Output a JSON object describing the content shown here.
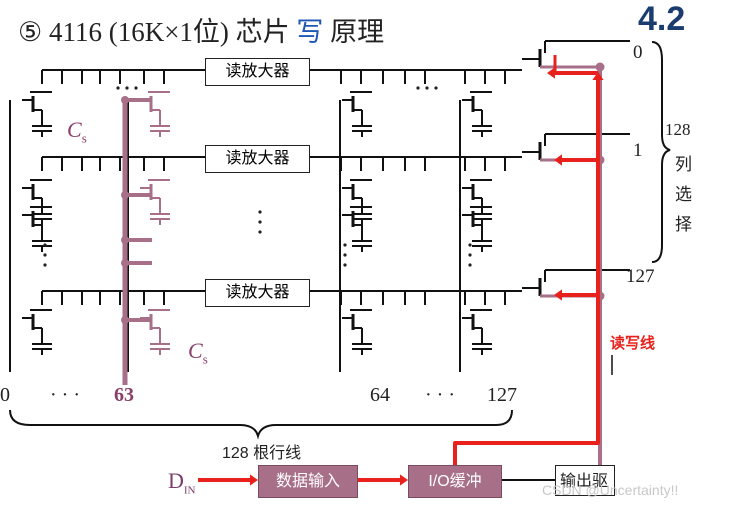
{
  "title": {
    "prefix": "⑤ 4116 (16K×1位) 芯片",
    "highlight": "写",
    "suffix": "原理"
  },
  "section_badge": "4.2",
  "sense_amp_label": "读放大器",
  "capacitor_label": "C",
  "capacitor_subscript": "s",
  "column_indices": {
    "first": "0",
    "ellipsis": "· · ·",
    "mid_left": "63",
    "mid_right": "64",
    "last": "127"
  },
  "row_brace_label": "128 根行线",
  "column_select": {
    "top": "0",
    "middle": "1",
    "bottom": "127",
    "count": "128",
    "label_chars": [
      "列",
      "选",
      "择"
    ]
  },
  "read_write_line_label": "读写线",
  "din": {
    "main": "D",
    "subscript": "IN"
  },
  "data_input_box": "数据输入",
  "io_buffer_box": "I/O缓冲",
  "output_box": "输出驱",
  "watermark": "CSDN @Uncertainty!!",
  "colors": {
    "mauve": "#a86f88",
    "red_arrow": "#e8211c",
    "title_blue": "#1f57b5",
    "badge": "#1a3c6e",
    "box_fill": "#a86f88"
  }
}
